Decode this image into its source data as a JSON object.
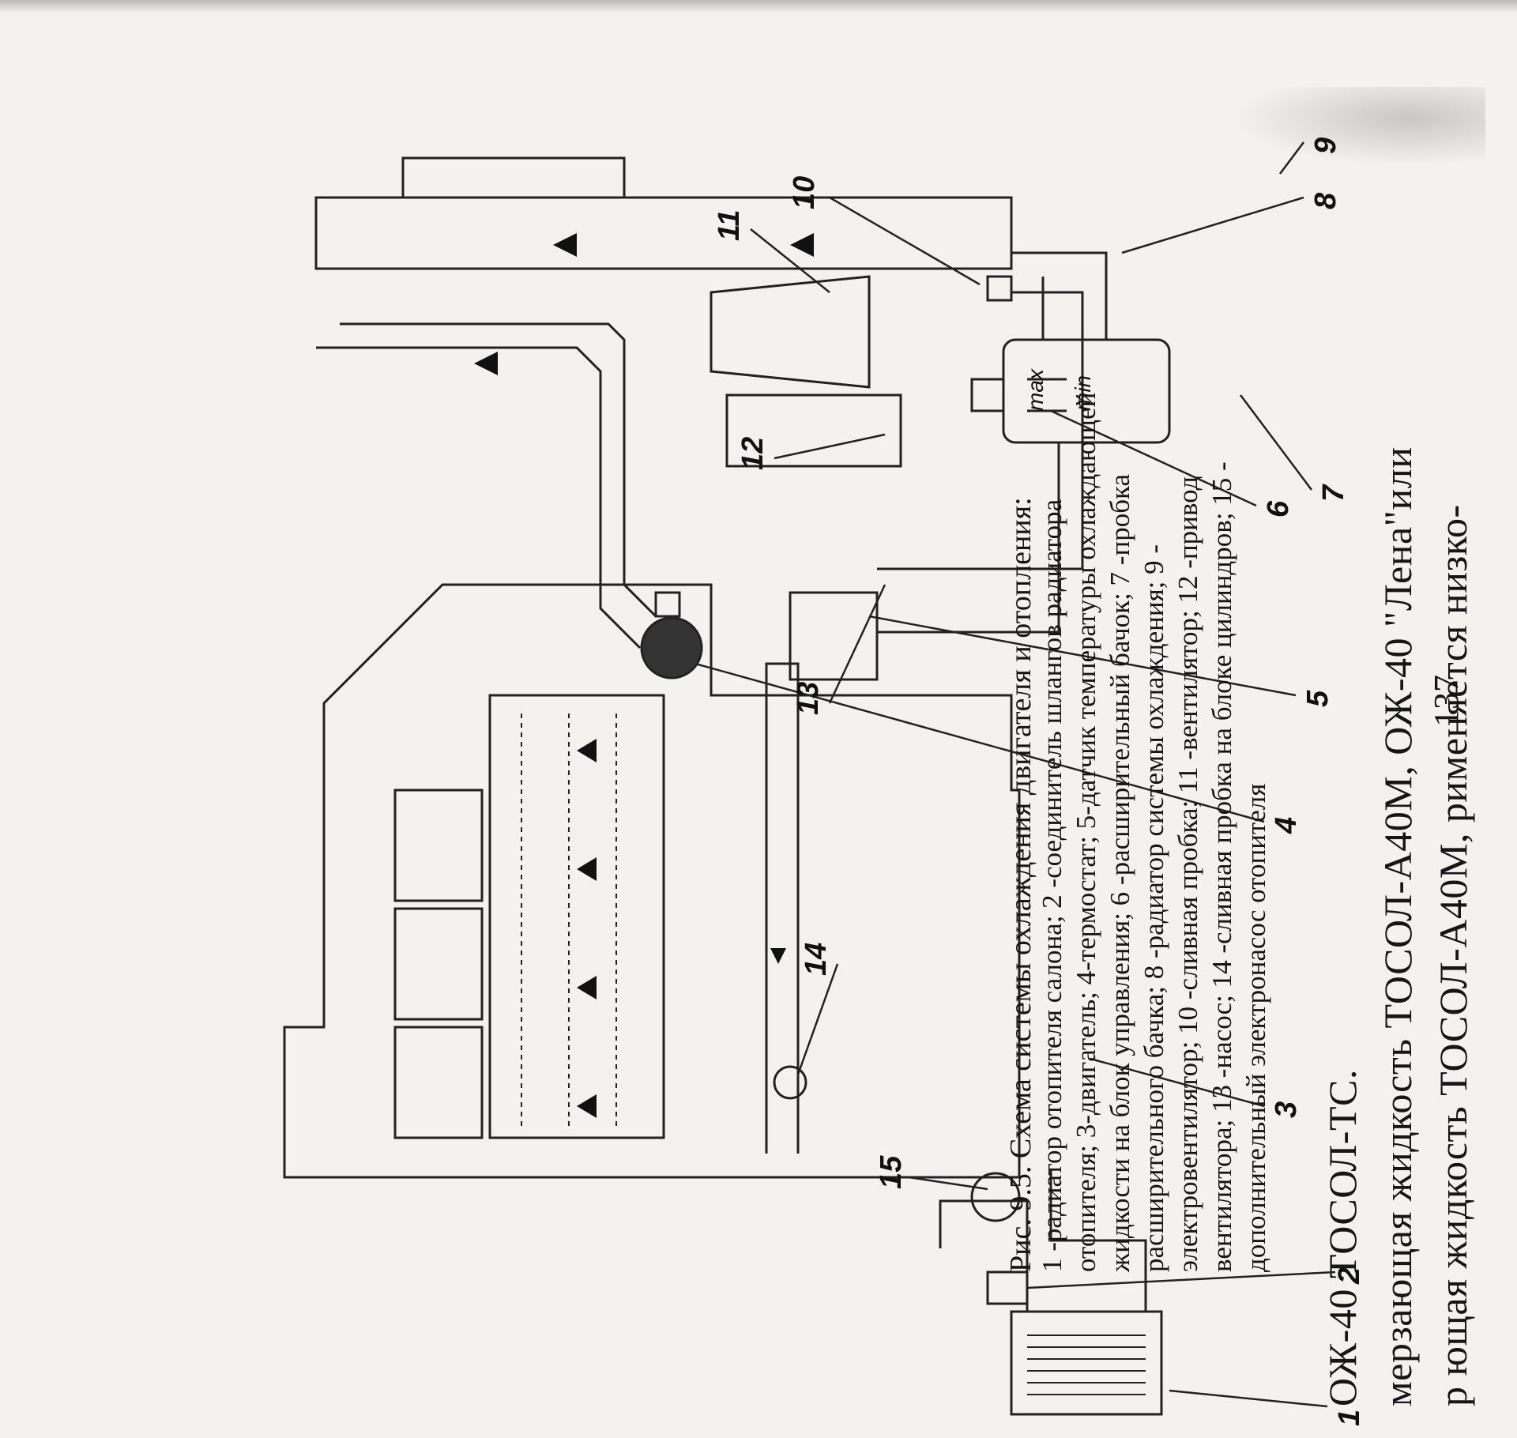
{
  "intro": {
    "line1": "р   ющая жидкость ТОСОЛ-А40М,   рименяется низко-",
    "line2": "мерзающая жидкость ТОСОЛ-А40М, ОЖ-40 \"Лена\"или",
    "line3": "ОЖ-40 ТОСОЛ-ТС."
  },
  "figure": {
    "callouts": [
      "1",
      "2",
      "3",
      "4",
      "5",
      "6",
      "7",
      "8",
      "9",
      "10",
      "11",
      "12",
      "13",
      "14",
      "15"
    ],
    "tank_max": "max",
    "tank_min": "min"
  },
  "caption": {
    "title": "Рис. 9.5. Схема системы охлаждения двигателя и отопления:",
    "line1": "1 -радиатор отопителя салона; 2 -соединитель шлангов радиатора",
    "line2": "отопителя; 3-двигатель; 4-термостат; 5-датчик температуры охлаждающей",
    "line3": "жидкости на блок управления; 6 -расширительный бачок; 7 -пробка",
    "line4": "расширительного бачка; 8 -радиатор системы охлаждения; 9 -",
    "line5": "электровентилятор; 10 -сливная пробка; 11 -вентилятор; 12 -привод",
    "line6": "вентилятора; 13 -насос; 14 -сливная пробка на блоке цилиндров; 15 -",
    "line7": "дополнительный электронасос отопителя"
  },
  "page_number": "137"
}
